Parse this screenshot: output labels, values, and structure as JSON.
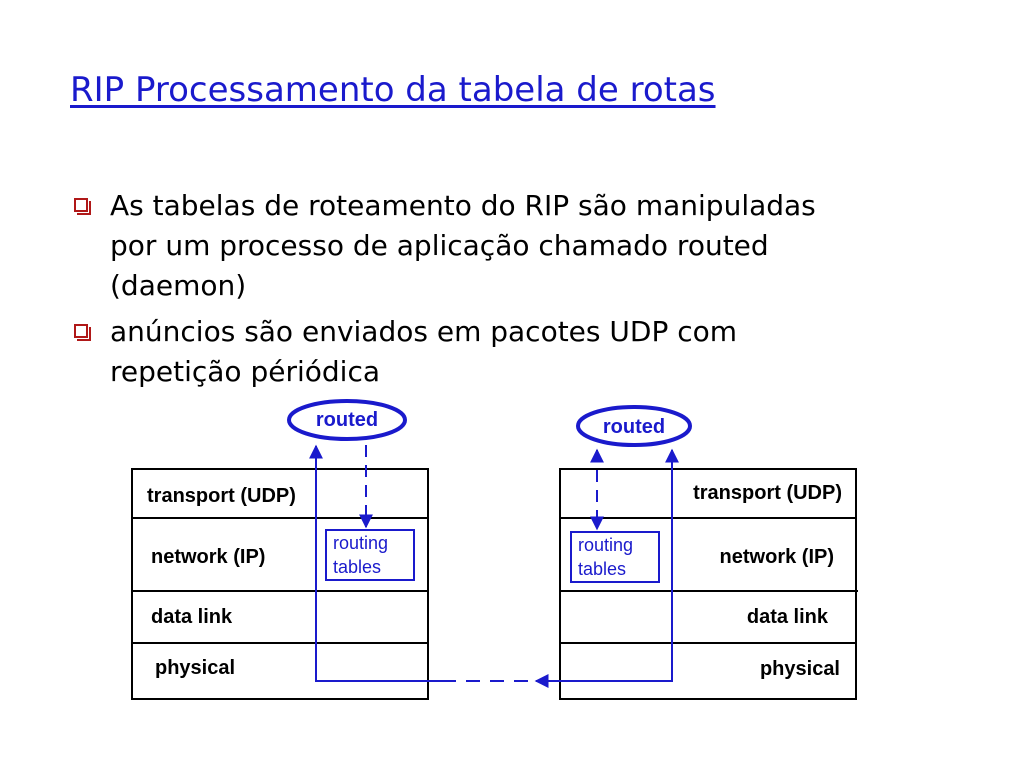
{
  "title": "RIP Processamento da tabela de rotas",
  "bullets": [
    {
      "line1": "As tabelas de roteamento do RIP são manipuladas",
      "line2": "por um processo de aplicação chamado routed",
      "line3": "(daemon)"
    },
    {
      "line1": "anúncios são enviados em pacotes UDP com",
      "line2": "repetição périódica"
    }
  ],
  "diagram": {
    "colors": {
      "stack_line": "#000000",
      "blue": "#1a1acc"
    },
    "left": {
      "daemon": "routed",
      "layers": [
        "transport (UDP)",
        "network (IP)",
        "data link",
        "physical"
      ],
      "table_line1": "routing",
      "table_line2": "tables"
    },
    "right": {
      "daemon": "routed",
      "layers": [
        "transport (UDP)",
        "network (IP)",
        "data link",
        "physical"
      ],
      "table_line1": "routing",
      "table_line2": "tables"
    }
  }
}
